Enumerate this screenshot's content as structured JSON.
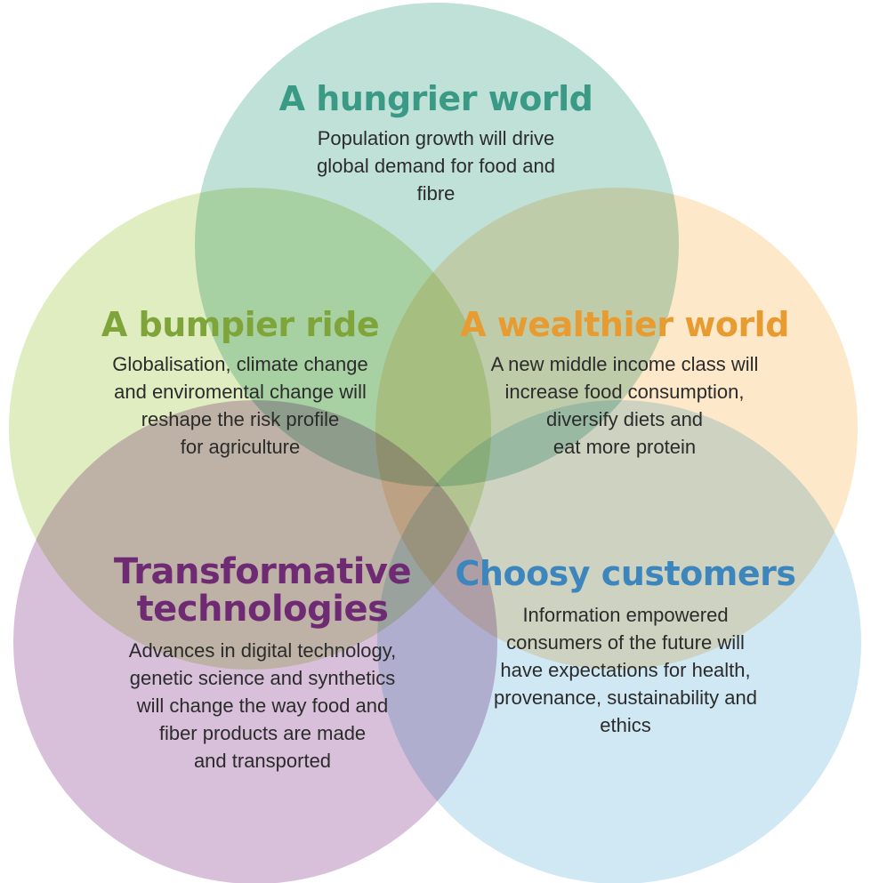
{
  "colors": {
    "hungrier": "#8dc8b6",
    "bumpier": "#c6df8e",
    "wealthier": "#fcd59e",
    "transformative": "#b88cbc",
    "choosy": "#a8d5ea",
    "hungrier_text": "#3a9a86",
    "bumpier_text": "#7fa53a",
    "wealthier_text": "#e79b31",
    "transformative_text": "#6f2a74",
    "choosy_text": "#3d86bd"
  },
  "sections": {
    "hungrier": {
      "title": "A hungrier world",
      "lines": [
        "Population growth will drive",
        "global demand for food and",
        "fibre"
      ]
    },
    "bumpier": {
      "title": "A bumpier ride",
      "lines": [
        "Globalisation, climate change",
        "and enviromental change will",
        "reshape the risk profile",
        "for agriculture"
      ]
    },
    "wealthier": {
      "title": "A wealthier world",
      "lines": [
        "A new middle income class will",
        "increase food consumption,",
        "diversify diets and",
        "eat more protein"
      ]
    },
    "transformative": {
      "title_lines": [
        "Transformative",
        "technologies"
      ],
      "lines": [
        "Advances in digital technology,",
        "genetic science and synthetics",
        "will change the way food and",
        "fiber products are made",
        "and transported"
      ]
    },
    "choosy": {
      "title": "Choosy customers",
      "lines": [
        "Information empowered",
        "consumers of the future will",
        "have expectations for health,",
        "provenance, sustainability and",
        "ethics"
      ]
    }
  }
}
